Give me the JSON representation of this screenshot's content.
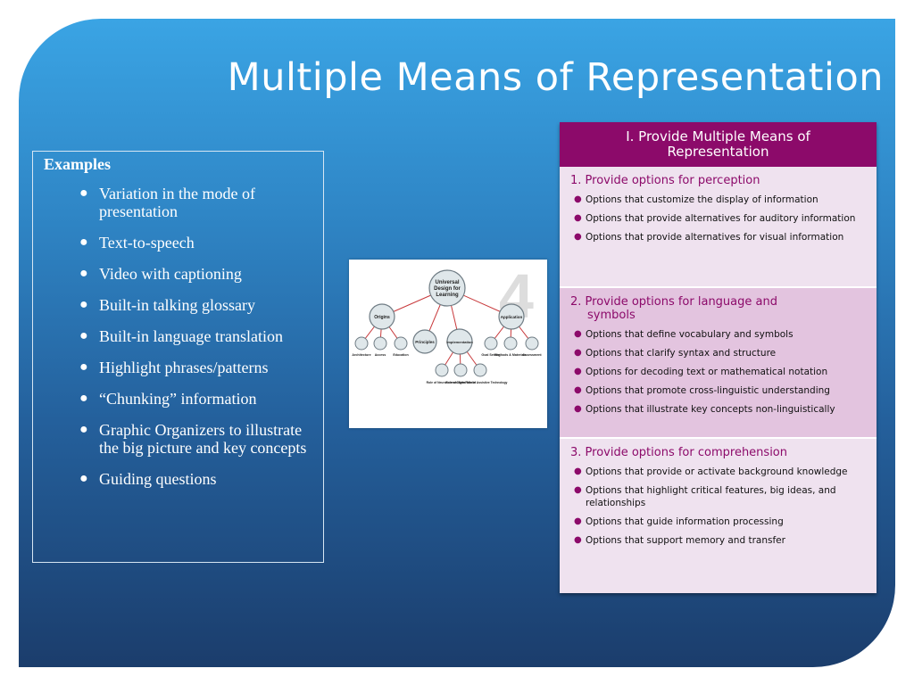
{
  "slide": {
    "title": "Multiple Means of Representation"
  },
  "examples": {
    "heading": "Examples",
    "items": [
      "Variation in the mode of presentation",
      "Text-to-speech",
      "Video with captioning",
      "Built-in talking glossary",
      "Built-in language translation",
      "Highlight phrases/patterns",
      "“Chunking” information",
      "Graphic Organizers to illustrate the big picture and key concepts",
      "Guiding questions"
    ],
    "bullet_glyph": "●"
  },
  "diagram": {
    "watermark": "4",
    "root": "Universal Design for Learning",
    "origins": "Origins",
    "principles": "Principles",
    "implementation": "Implementation",
    "application": "Application",
    "origins_children": [
      "Architecture",
      "Access",
      "Education"
    ],
    "implementation_children": [
      "Role of Neuroscience",
      "Role of Digital Media",
      "New Role of Assistive Technology"
    ],
    "application_children": [
      "Goal Setting",
      "Methods & Materials",
      "Assessment"
    ],
    "colors": {
      "link": "#c8393b",
      "node_fill": "#dfe7ea",
      "node_stroke": "#6f7c84"
    }
  },
  "panel": {
    "header_line1": "I. Provide Multiple Means of",
    "header_line2": "Representation",
    "sections": [
      {
        "heading": "1. Provide options for perception",
        "heading_cont": "",
        "options": [
          "Options that customize the display of information",
          "Options that provide alternatives for auditory information",
          "Options that provide alternatives for visual information"
        ]
      },
      {
        "heading": "2. Provide options for language and",
        "heading_cont": "symbols",
        "options": [
          "Options that define vocabulary and symbols",
          "Options that clarify syntax and structure",
          "Options for decoding text or mathematical notation",
          "Options that promote cross-linguistic understanding",
          "Options that illustrate key concepts non-linguistically"
        ]
      },
      {
        "heading": "3. Provide options for comprehension",
        "heading_cont": "",
        "options": [
          "Options that provide or activate background knowledge",
          "Options that highlight critical features, big ideas, and relationships",
          "Options that guide information processing",
          "Options that support memory and transfer"
        ]
      }
    ],
    "colors": {
      "header_bg": "#8c0a6a",
      "accent": "#8c0a6a",
      "section_light": "#efe2ef",
      "section_dark": "#e3c4df"
    }
  },
  "colors": {
    "bg_top": "#3aa4e4",
    "bg_bottom": "#1b3d6c"
  }
}
